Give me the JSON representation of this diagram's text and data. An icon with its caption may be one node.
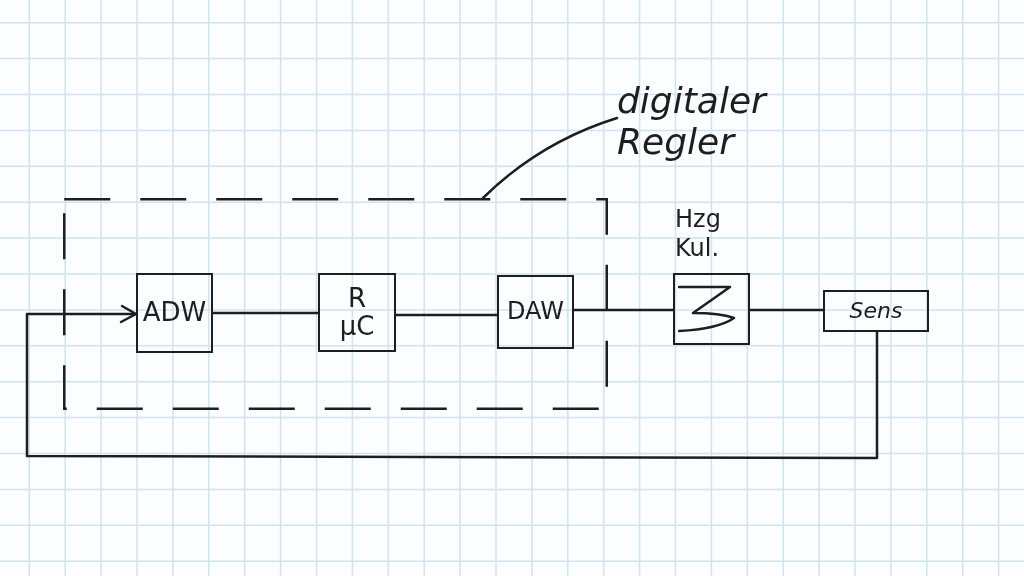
{
  "diagram": {
    "nodes": [
      {
        "text": [
          "digitaler Regler"
        ]
      },
      {
        "text": [],
        "shape": "box"
      },
      {
        "text": [
          "ADW"
        ],
        "in": 1
      },
      {
        "text": [
          "R μC"
        ],
        "in": 1
      },
      {
        "text": [
          "DAW"
        ],
        "in": 1
      },
      {
        "text": [
          "Hzg Kul."
        ]
      },
      {
        "text": [
          "Sens"
        ]
      }
    ],
    "edges": [
      {
        "from": 0,
        "to": 1,
        "arrow": "none"
      },
      {
        "from": 2,
        "to": 3,
        "arrow": "none"
      },
      {
        "from": 3,
        "to": 4,
        "arrow": "none"
      },
      {
        "from": 4,
        "to": 5,
        "arrow": "none"
      },
      {
        "from": 5,
        "to": 6,
        "arrow": "none"
      },
      {
        "from": 6,
        "to": 2,
        "arrow": "to"
      }
    ]
  }
}
